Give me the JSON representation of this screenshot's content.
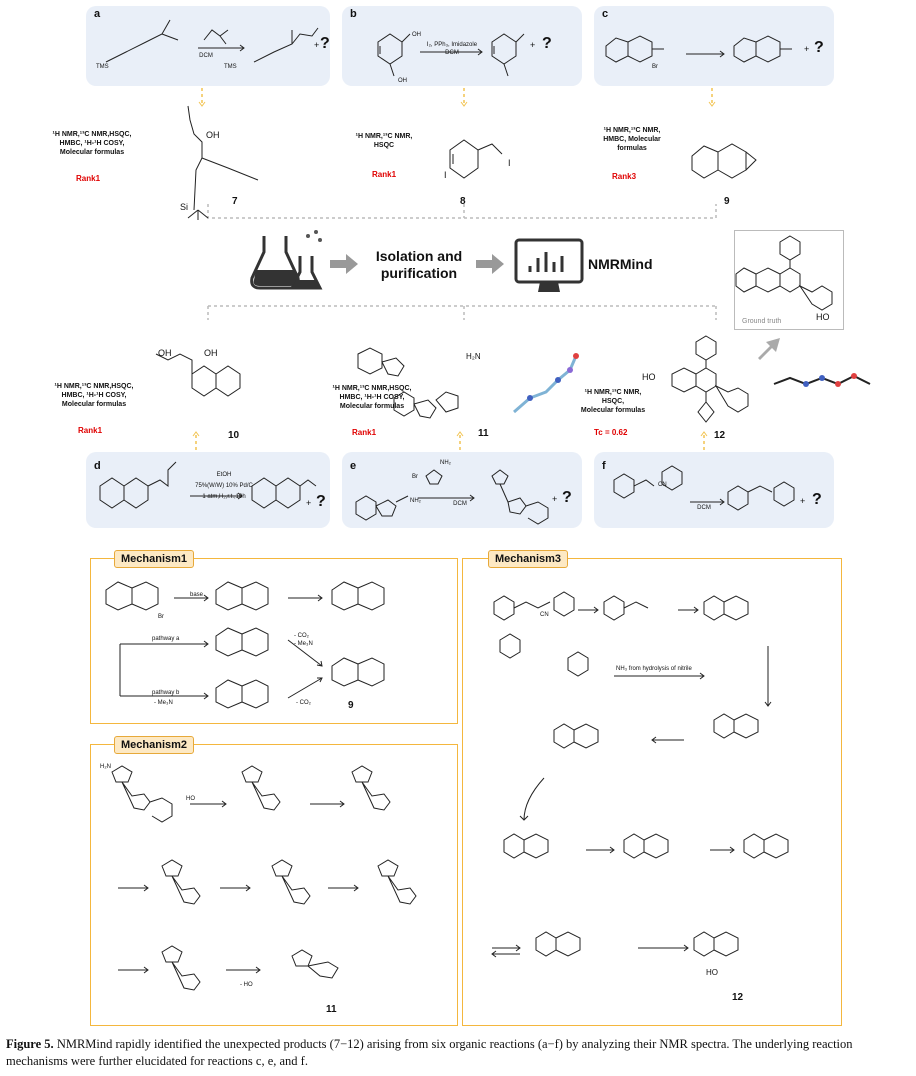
{
  "panels": {
    "a": {
      "label": "a",
      "reagent": "DCM",
      "sm_label": "TMS",
      "prod_label": "TMS",
      "q": "?",
      "plus": "+"
    },
    "b": {
      "label": "b",
      "reagent": "I₂, PPh₃, Imidazole\nDCM",
      "oh1": "OH",
      "oh2": "OH",
      "q": "?",
      "plus": "+"
    },
    "c": {
      "label": "c",
      "br": "Br",
      "q": "?",
      "plus": "+"
    },
    "d": {
      "label": "d",
      "reagent": "EtOH\n75%(W/W) 10% Pd/C\n1 atm,H₂,r.t.,10h",
      "q": "?",
      "plus": "+"
    },
    "e": {
      "label": "e",
      "reagent": "DCM",
      "br": "Br",
      "nh2a": "NH₂",
      "nh2b": "NH₂",
      "q": "?",
      "plus": "+"
    },
    "f": {
      "label": "f",
      "reagent": "DCM",
      "cn": "CN",
      "q": "?",
      "plus": "+"
    }
  },
  "results": {
    "r7": {
      "methods": "¹H NMR,¹³C NMR,HSQC,\nHMBC, ¹H-¹H COSY,\nMolecular formulas",
      "rank": "Rank1",
      "num": "7",
      "oh": "OH",
      "si": "Si"
    },
    "r8": {
      "methods": "¹H NMR,¹³C NMR,\nHSQC",
      "rank": "Rank1",
      "num": "8",
      "i1": "I",
      "i2": "I"
    },
    "r9": {
      "methods": "¹H NMR,¹³C NMR,\nHMBC, Molecular\nformulas",
      "rank": "Rank3",
      "num": "9"
    },
    "r10": {
      "methods": "¹H NMR,¹³C NMR,HSQC,\nHMBC, ¹H-¹H COSY,\nMolecular formulas",
      "rank": "Rank1",
      "num": "10",
      "oh1": "OH",
      "oh2": "OH"
    },
    "r11": {
      "methods": "¹H NMR,¹³C NMR,HSQC,\nHMBC, ¹H-¹H COSY,\nMolecular formulas",
      "rank": "Rank1",
      "num": "11",
      "nh2": "H₂N"
    },
    "r12": {
      "methods": "¹H NMR,¹³C NMR,\nHSQC,\nMolecular formulas",
      "rank": "Tc = 0.62",
      "num": "12",
      "ho": "HO"
    }
  },
  "workflow": {
    "step": "Isolation and\npurification",
    "tool": "NMRMind",
    "ground_truth": "Ground truth",
    "gt_ho": "HO"
  },
  "mech1": {
    "title": "Mechanism1",
    "base": "base",
    "pathway_a": "pathway a",
    "pathway_b": "pathway b",
    "loss_a": "- CO₂\n- Me₃N",
    "loss_b1": "- Me₃N",
    "loss_b2": "- CO₂",
    "br": "Br",
    "num": "9"
  },
  "mech2": {
    "title": "Mechanism2",
    "ho": "HO",
    "loss": "- HO",
    "nh2": "H₂N",
    "num": "11"
  },
  "mech3": {
    "title": "Mechanism3",
    "nh3": "NH₃ from hydrolysis of nitrile",
    "cn": "CN",
    "num": "12",
    "ho": "HO"
  },
  "caption": {
    "fig": "Figure 5.",
    "text": " NMRMind rapidly identified the unexpected products (7−12) arising from six organic reactions (a−f) by analyzing their NMR spectra. The underlying reaction mechanisms were further elucidated for reactions c, e, and f."
  }
}
